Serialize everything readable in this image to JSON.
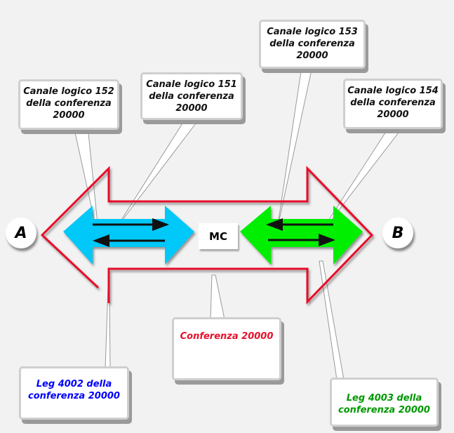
{
  "endpoints": {
    "a": "A",
    "b": "B",
    "mc": "MC"
  },
  "callouts": {
    "c152": [
      "Canale logico 152",
      "della conferenza",
      "20000"
    ],
    "c151": [
      "Canale logico 151",
      "della conferenza",
      "20000"
    ],
    "c153": [
      "Canale logico 153",
      "della conferenza",
      "20000"
    ],
    "c154": [
      "Canale logico 154",
      "della conferenza",
      "20000"
    ],
    "conf": "Conferenza 20000",
    "leg4002": [
      "Leg 4002 della",
      "conferenza 20000"
    ],
    "leg4003": [
      "Leg  4003 della",
      "conferenza 20000"
    ]
  },
  "colors": {
    "conference": "#e8102a",
    "leg_a": "#0000ff",
    "leg_b": "#009900",
    "arrow_a": "#00c8f8",
    "arrow_b": "#00ee00"
  }
}
